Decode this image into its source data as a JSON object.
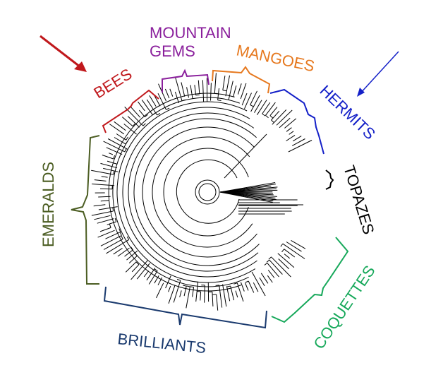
{
  "clades": [
    {
      "id": "bees",
      "label": "BEES",
      "color": "#c0181c"
    },
    {
      "id": "mountain-gems",
      "label_line1": "MOUNTAIN",
      "label_line2": "GEMS",
      "color": "#8a1f9c"
    },
    {
      "id": "mangoes",
      "label": "MANGOES",
      "color": "#e6781e"
    },
    {
      "id": "hermits",
      "label": "HERMITS",
      "color": "#1420c8"
    },
    {
      "id": "topazes",
      "label": "TOPAZES",
      "color": "#000000"
    },
    {
      "id": "coquettes",
      "label": "COQUETTES",
      "color": "#16a85a"
    },
    {
      "id": "brilliants",
      "label": "BRILLIANTS",
      "color": "#1a3a6e"
    },
    {
      "id": "emeralds",
      "label": "EMERALDS",
      "color": "#4b5d22"
    }
  ],
  "arrows": [
    {
      "id": "bees-arrow",
      "color": "#c0181c"
    },
    {
      "id": "hermits-arrow",
      "color": "#1420c8"
    }
  ],
  "tree_color": "#000000"
}
